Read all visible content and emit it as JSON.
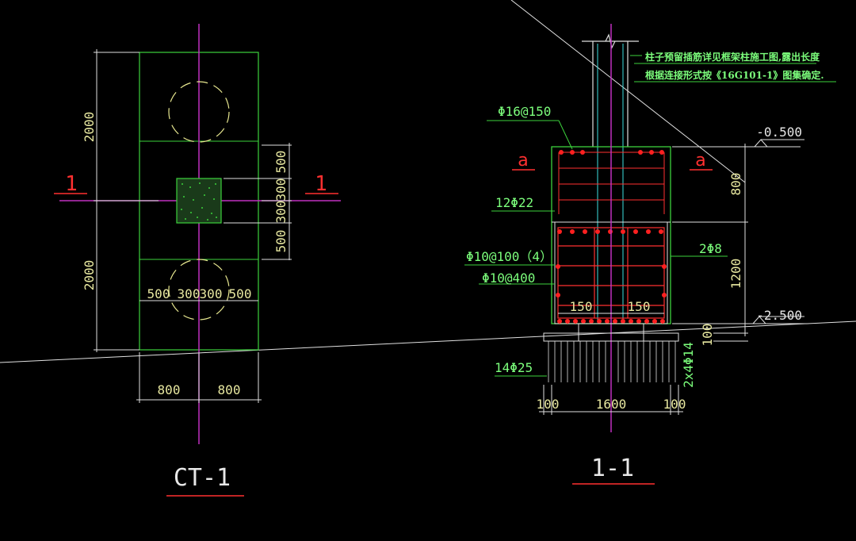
{
  "plan": {
    "title": "CT-1",
    "section_mark": "1",
    "dim_top": "2000",
    "dim_bottom": "2000",
    "dim_500a": "500",
    "dim_300a": "300",
    "dim_300b": "300",
    "dim_500b": "500",
    "dim_h500a": "500",
    "dim_h300a": "300",
    "dim_h300b": "300",
    "dim_h500b": "500",
    "dim_800a": "800",
    "dim_800b": "800"
  },
  "section": {
    "title": "1-1",
    "mark_a": "a",
    "note_line1": "柱子预留插筋详见框架柱施工图,露出长度",
    "note_line2": "根据连接形式按《16G101-1》图集确定.",
    "rebar_top": "Φ16@150",
    "rebar_mid": "12Φ22",
    "stirrup_1": "Φ10@100（4）",
    "stirrup_2": "Φ10@400",
    "rebar_side": "2Φ8",
    "rebar_bottom": "14Φ25",
    "pile_rebar": "2x4Φ14",
    "elev_top": "-0.500",
    "elev_bottom": "-2.500",
    "dim_800": "800",
    "dim_1200": "1200",
    "dim_100v": "100",
    "dim_150a": "150",
    "dim_150b": "150",
    "dim_100a": "100",
    "dim_1600": "1600",
    "dim_100b": "100"
  }
}
